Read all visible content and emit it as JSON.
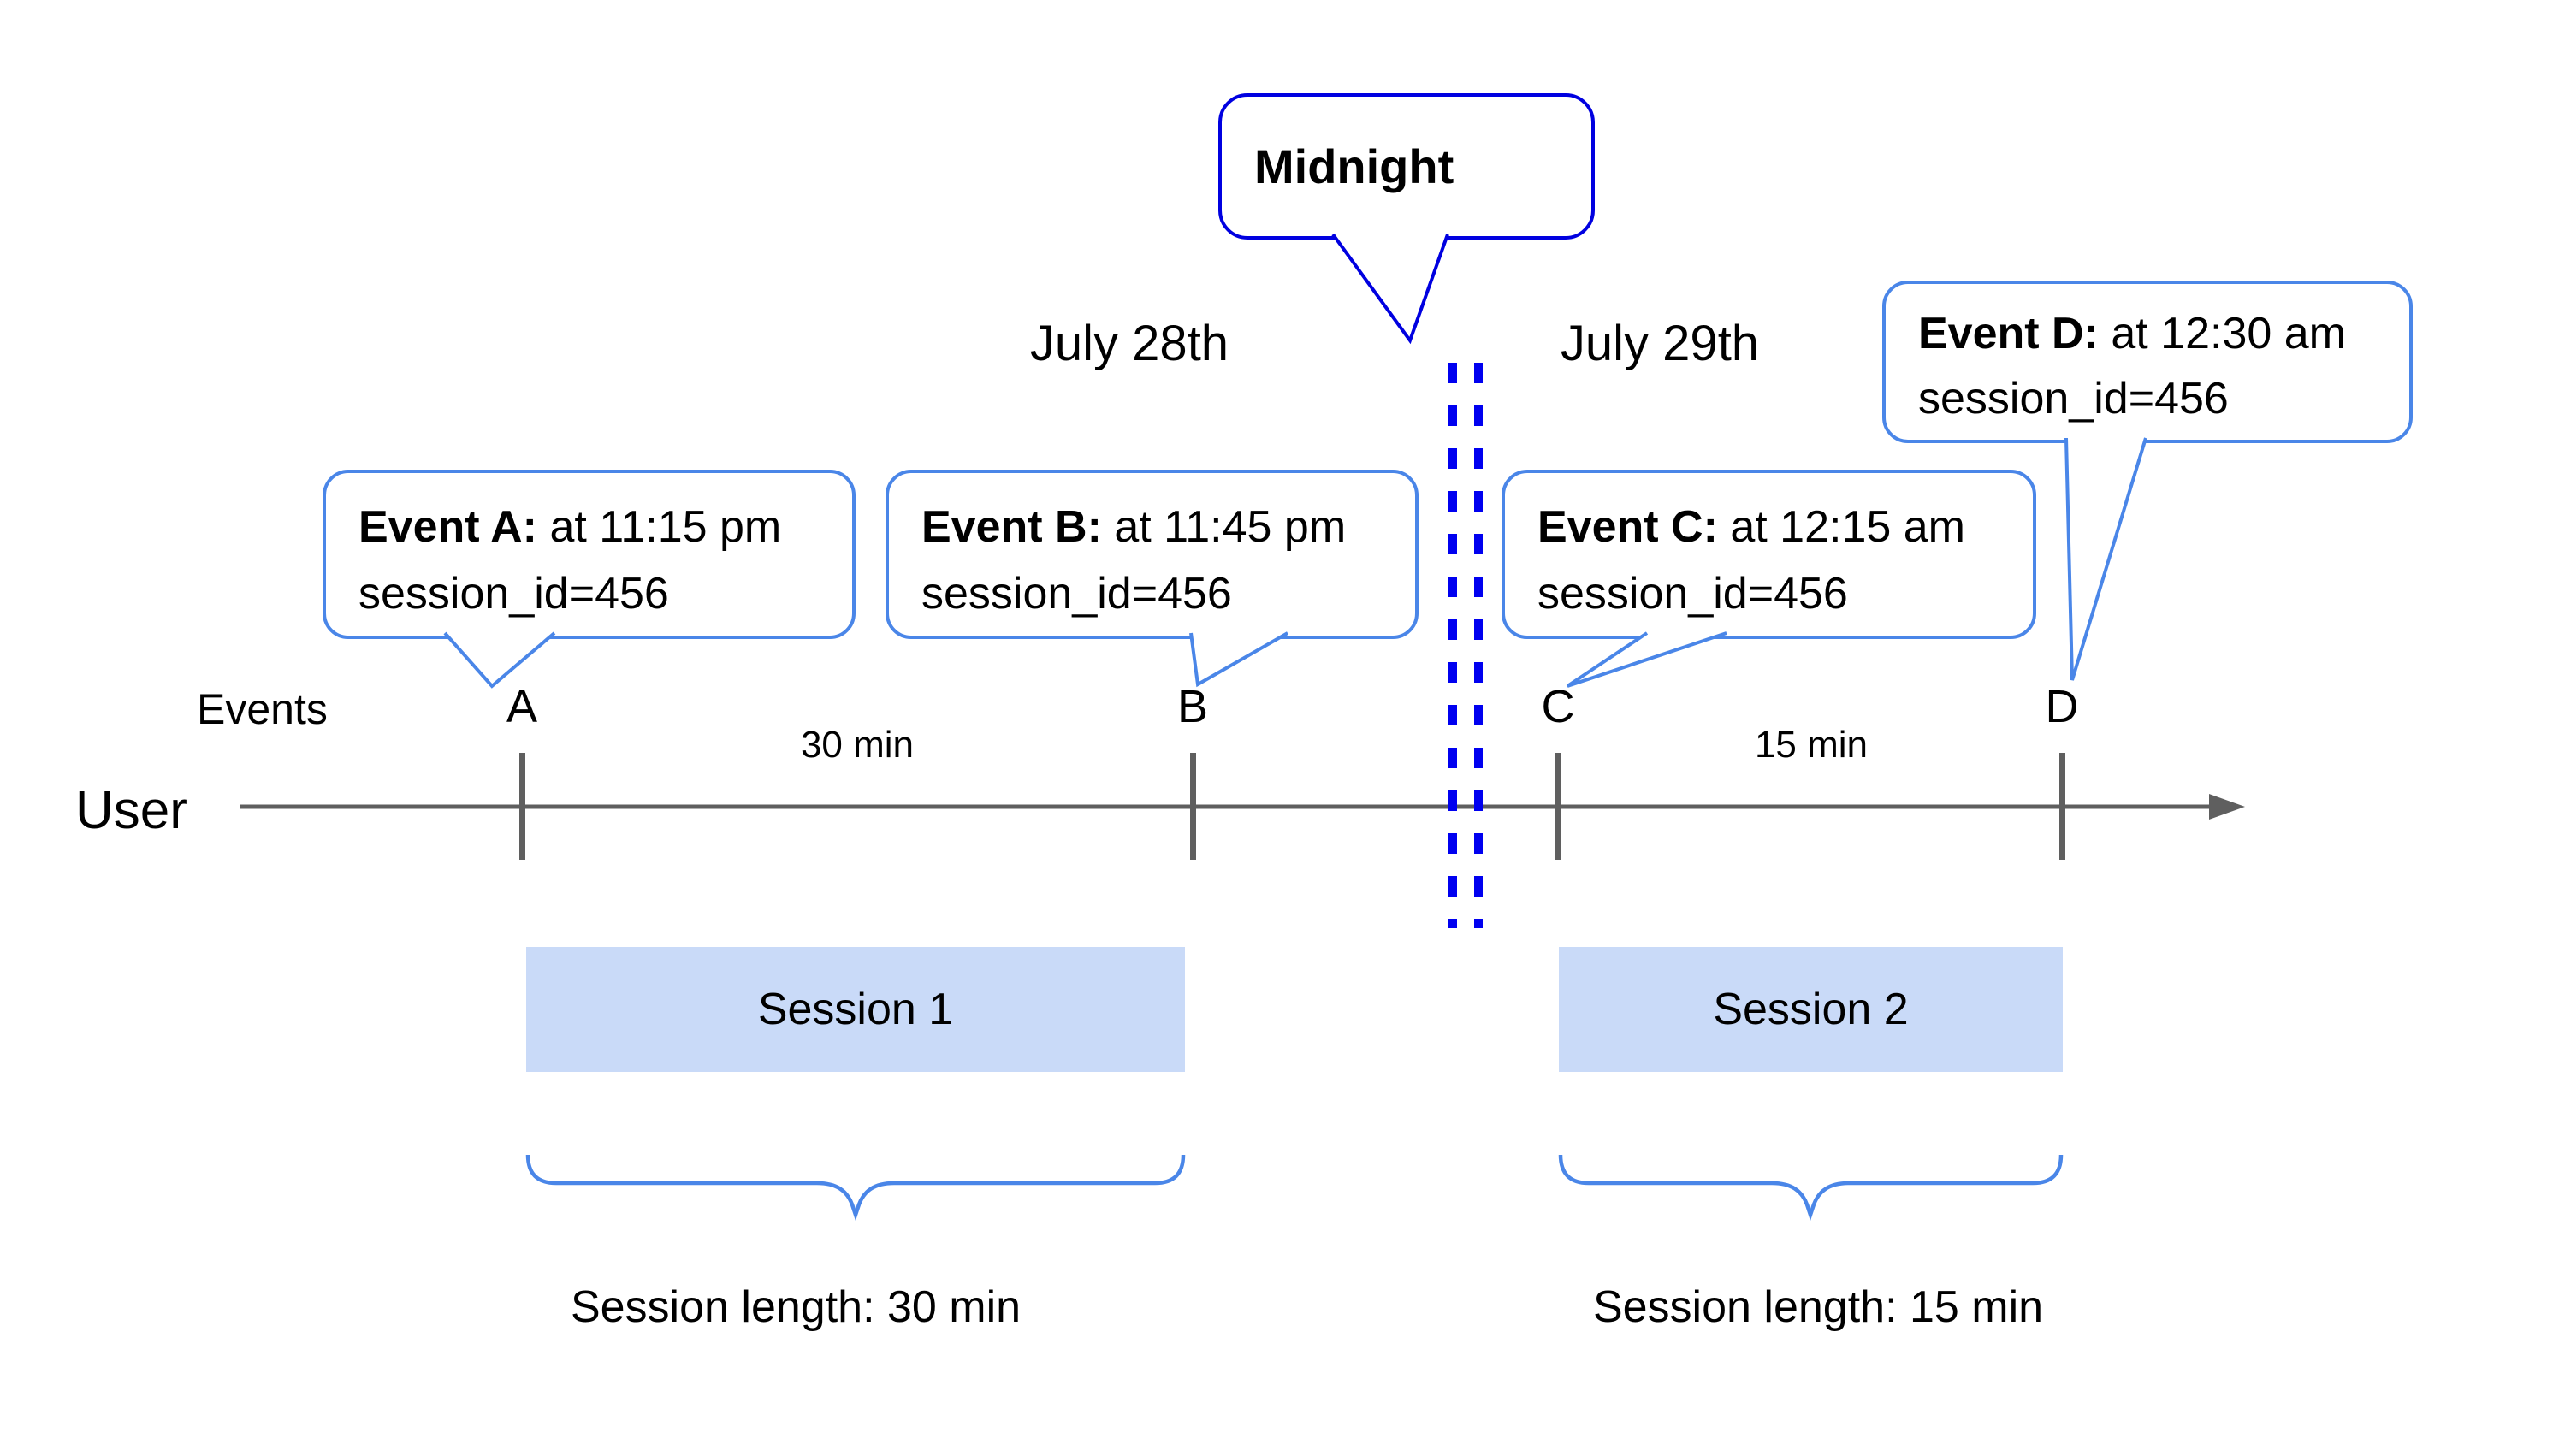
{
  "diagram": {
    "title_context": "Session tracking across midnight timeline",
    "date_labels": {
      "left": "July 28th",
      "right": "July 29th"
    },
    "midnight_callout": {
      "text": "Midnight"
    },
    "event_callouts": [
      {
        "id": "A",
        "bold": "Event A:",
        "time_text": " at 11:15 pm",
        "session_text": "session_id=456"
      },
      {
        "id": "B",
        "bold": "Event B:",
        "time_text": " at 11:45 pm",
        "session_text": "session_id=456"
      },
      {
        "id": "C",
        "bold": "Event C:",
        "time_text": " at 12:15 am",
        "session_text": "session_id=456"
      },
      {
        "id": "D",
        "bold": "Event D:",
        "time_text": " at 12:30 am",
        "session_text": "session_id=456"
      }
    ],
    "axis": {
      "events_label": "Events",
      "user_label": "User"
    },
    "tick_letters": [
      "A",
      "B",
      "C",
      "D"
    ],
    "intervals": [
      {
        "between": "A-B",
        "label": "30 min"
      },
      {
        "between": "C-D",
        "label": "15 min"
      }
    ],
    "sessions": [
      {
        "label": "Session 1",
        "length_label": "Session length: 30 min"
      },
      {
        "label": "Session 2",
        "length_label": "Session length: 15 min"
      }
    ],
    "colors": {
      "event_callout_border": "#4a86e8",
      "midnight_callout_border": "#0000e0",
      "midnight_divider": "#0000f0",
      "session_box_fill": "#c9daf8",
      "brace": "#4a86e8",
      "timeline_gray": "#5f5f5f",
      "text": "#000000",
      "background": "#ffffff"
    }
  }
}
